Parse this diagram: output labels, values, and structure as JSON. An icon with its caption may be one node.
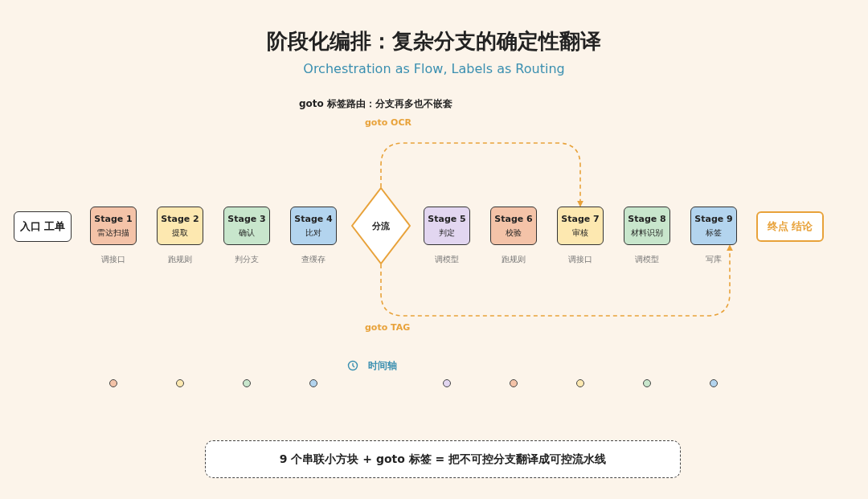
{
  "diagram": {
    "title": "阶段化编排：复杂分支的确定性翻译",
    "nodes": [
      {
        "text": [
          "入口 工单"
        ]
      },
      {
        "text": [
          "Stage 1",
          "雷达扫描"
        ],
        "beside": [
          "调接口"
        ]
      },
      {
        "text": [
          "Stage 2",
          "提取"
        ],
        "beside": [
          "跑规则"
        ]
      },
      {
        "text": [
          "Stage 3",
          "确认"
        ],
        "beside": [
          "判分支"
        ]
      },
      {
        "text": [
          "Stage 4",
          "比对"
        ],
        "beside": [
          "查缓存"
        ]
      },
      {
        "text": [
          "分流"
        ]
      },
      {
        "text": [
          "Stage 5",
          "判定"
        ],
        "beside": [
          "调模型"
        ]
      },
      {
        "text": [
          "Stage 6",
          "校验"
        ],
        "beside": [
          "跑规则"
        ]
      },
      {
        "text": [
          "Stage 7",
          "审核"
        ],
        "beside": [
          "调接口"
        ]
      },
      {
        "text": [
          "Stage 8",
          "材料识别"
        ],
        "beside": [
          "调模型"
        ]
      },
      {
        "text": [
          "Stage 9",
          "标签"
        ],
        "beside": [
          "写库"
        ]
      },
      {
        "text": [
          "终点 结论"
        ]
      },
      {
        "text": [],
        "shape": "circle"
      },
      {
        "text": [],
        "shape": "circle"
      },
      {
        "text": [],
        "shape": "circle"
      },
      {
        "text": [],
        "shape": "circle"
      },
      {
        "text": [],
        "shape": "circle"
      },
      {
        "text": [],
        "shape": "circle"
      },
      {
        "text": [],
        "shape": "circle"
      },
      {
        "text": [],
        "shape": "circle"
      },
      {
        "text": [],
        "shape": "circle"
      },
      {
        "text": [
          "9 个串联小方块 + goto 标签 = 把不可控分支翻译成可控流水线"
        ]
      }
    ],
    "edges": [
      {
        "from": 5,
        "to": 8,
        "arrow": "to",
        "label": "goto OCR",
        "style": "dashed"
      },
      {
        "from": 5,
        "to": 10,
        "arrow": "to",
        "label": "goto TAG",
        "style": "dashed"
      }
    ],
    "labels": [
      "Orchestration as Flow, Labels as Routing",
      "goto 标签路由：分支再多也不嵌套",
      "时间轴"
    ]
  }
}
